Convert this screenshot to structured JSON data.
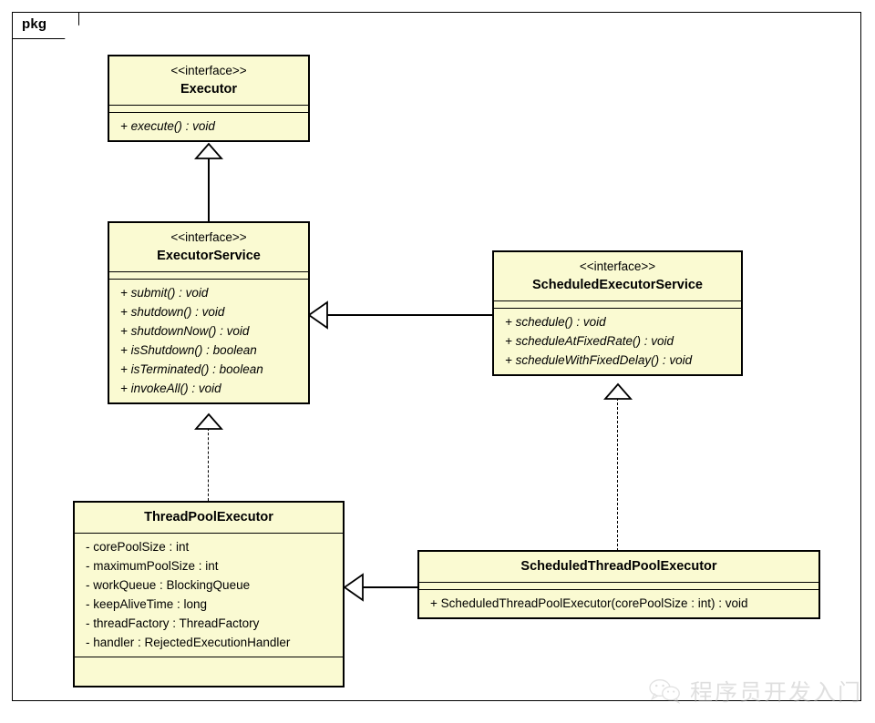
{
  "diagram": {
    "package_label": "pkg",
    "box_fill": "#fafad2",
    "line_color": "#000000"
  },
  "classes": {
    "executor": {
      "stereotype": "<<interface>>",
      "name": "Executor",
      "attributes": [],
      "methods": [
        "+ execute() : void"
      ]
    },
    "executor_service": {
      "stereotype": "<<interface>>",
      "name": "ExecutorService",
      "attributes": [],
      "methods": [
        "+ submit() : void",
        "+ shutdown() : void",
        "+ shutdownNow() : void",
        "+ isShutdown() : boolean",
        "+ isTerminated() : boolean",
        "+ invokeAll() : void"
      ]
    },
    "scheduled_executor_service": {
      "stereotype": "<<interface>>",
      "name": "ScheduledExecutorService",
      "attributes": [],
      "methods": [
        "+ schedule() : void",
        "+ scheduleAtFixedRate() : void",
        "+ scheduleWithFixedDelay() : void"
      ]
    },
    "thread_pool_executor": {
      "stereotype": "",
      "name": "ThreadPoolExecutor",
      "attributes": [
        "- corePoolSize : int",
        "- maximumPoolSize : int",
        "- workQueue : BlockingQueue",
        "- keepAliveTime : long",
        "- threadFactory : ThreadFactory",
        "- handler : RejectedExecutionHandler"
      ],
      "methods": []
    },
    "scheduled_thread_pool_executor": {
      "stereotype": "",
      "name": "ScheduledThreadPoolExecutor",
      "attributes": [],
      "methods": [
        "+ ScheduledThreadPoolExecutor(corePoolSize : int) : void"
      ]
    }
  },
  "relations": [
    {
      "from": "ExecutorService",
      "to": "Executor",
      "type": "generalization",
      "style": "solid"
    },
    {
      "from": "ScheduledExecutorService",
      "to": "ExecutorService",
      "type": "generalization",
      "style": "solid"
    },
    {
      "from": "ThreadPoolExecutor",
      "to": "ExecutorService",
      "type": "realization",
      "style": "dashed"
    },
    {
      "from": "ScheduledThreadPoolExecutor",
      "to": "ScheduledExecutorService",
      "type": "realization",
      "style": "dashed"
    },
    {
      "from": "ScheduledThreadPoolExecutor",
      "to": "ThreadPoolExecutor",
      "type": "generalization",
      "style": "solid"
    }
  ],
  "watermark": {
    "icon": "wechat-icon",
    "text": "程序员开发入门"
  }
}
